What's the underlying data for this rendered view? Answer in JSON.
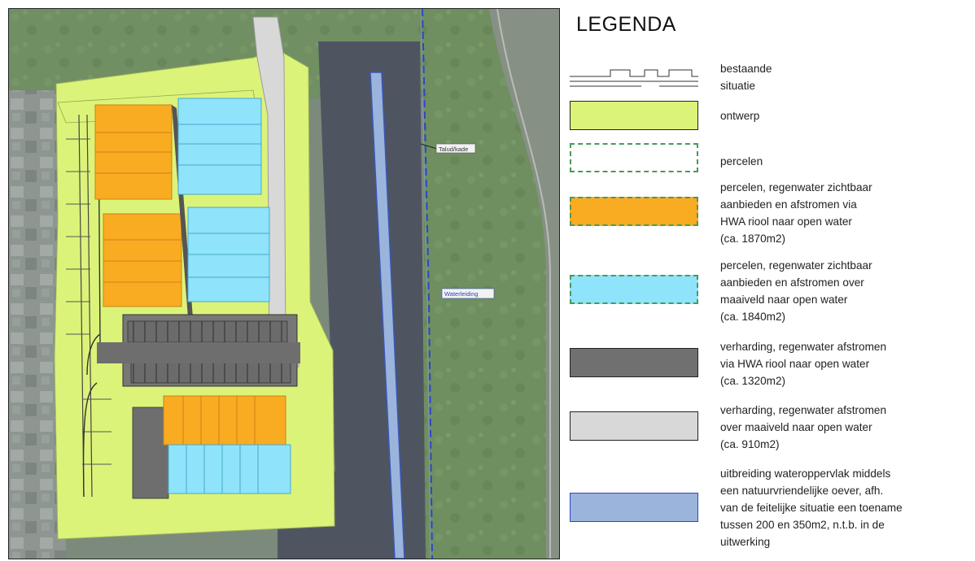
{
  "map": {
    "labels": {
      "left_label": "Talud/kade",
      "right_label": "Waterleiding"
    }
  },
  "legend": {
    "title": "LEGENDA",
    "items": [
      {
        "key": "bestaande",
        "text": "bestaande\nsituatie",
        "fill": "#ffffff"
      },
      {
        "key": "ontwerp",
        "text": "ontwerp",
        "fill": "#dcf37a"
      },
      {
        "key": "percelen",
        "text": "percelen",
        "fill": "#ffffff"
      },
      {
        "key": "percelen-hwa",
        "text": "percelen, regenwater zichtbaar\naanbieden en afstromen via\nHWA riool naar open water\n(ca. 1870m2)",
        "fill": "#f9ac22"
      },
      {
        "key": "percelen-maaiveld",
        "text": "percelen, regenwater zichtbaar\naanbieden en afstromen over\nmaaiveld naar open water\n(ca. 1840m2)",
        "fill": "#8fe3fb"
      },
      {
        "key": "verharding-hwa",
        "text": "verharding, regenwater afstromen\nvia HWA riool naar open water\n(ca. 1320m2)",
        "fill": "#707070"
      },
      {
        "key": "verharding-maaiveld",
        "text": "verharding, regenwater afstromen\nover maaiveld naar open water\n(ca. 910m2)",
        "fill": "#d8d8d8"
      },
      {
        "key": "wateroppervlak",
        "text": "uitbreiding wateroppervlak middels\neen natuurvriendelijke oever, afh.\nvan de feitelijke situatie een toename\ntussen 200 en 350m2, n.t.b. in de\nuitwerking",
        "fill": "#9bb4dc"
      }
    ]
  }
}
